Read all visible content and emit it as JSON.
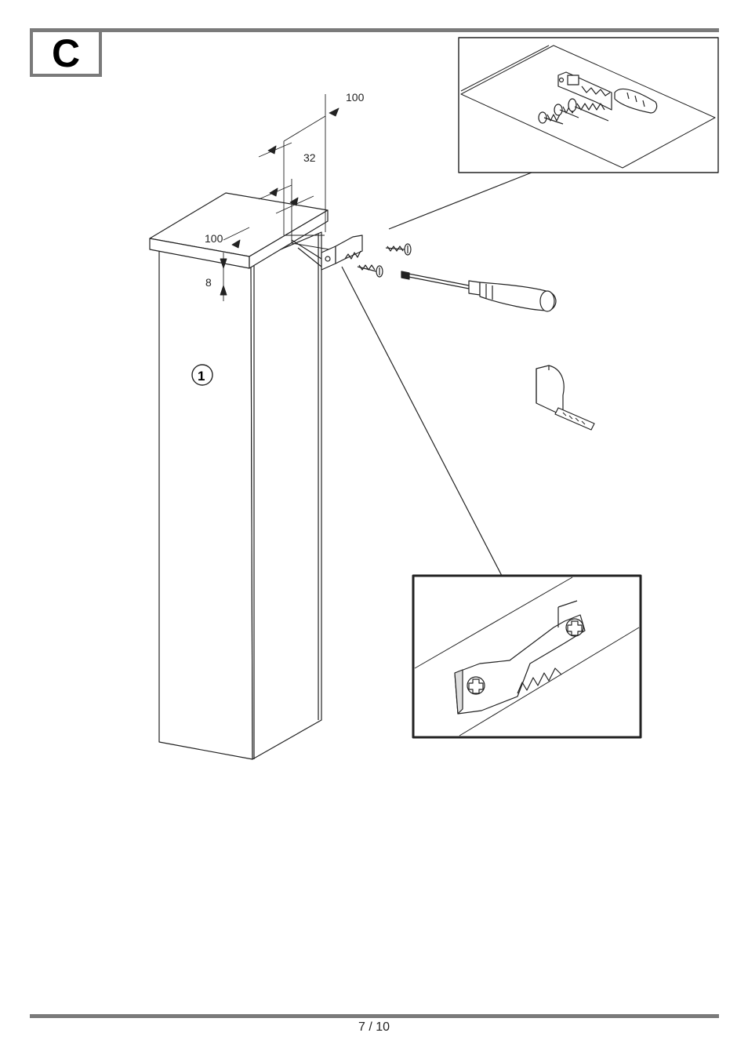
{
  "step": {
    "letter": "C"
  },
  "dimensions": {
    "top_offset": "100",
    "depth_offset": "32",
    "side_offset": "100",
    "height_offset": "8"
  },
  "part": {
    "number": "1"
  },
  "icons": [
    "sawtooth-hanger-icon",
    "screw-icon",
    "wall-plug-icon",
    "screwdriver-icon",
    "tape-measure-icon"
  ],
  "footer": {
    "page": "7 / 10"
  }
}
